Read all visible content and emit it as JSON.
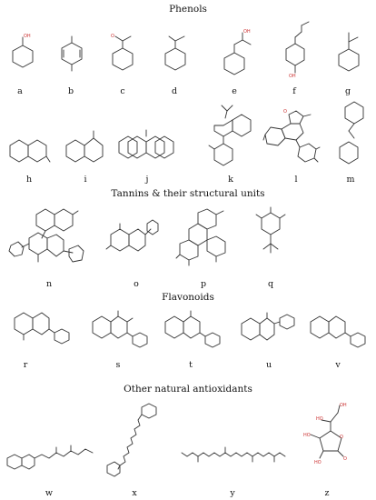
{
  "sections": {
    "phenols": "Phenols",
    "tannins": "Tannins & their structural units",
    "flavonoids": "Flavonoids",
    "others": "Other natural antioxidants"
  },
  "labels": {
    "a": "a",
    "b": "b",
    "c": "c",
    "d": "d",
    "e": "e",
    "f": "f",
    "g": "g",
    "h": "h",
    "i": "i",
    "j": "j",
    "k": "k",
    "l": "l",
    "m": "m",
    "n": "n",
    "o": "o",
    "p": "p",
    "q": "q",
    "r": "r",
    "s": "s",
    "t": "t",
    "u": "u",
    "v": "v",
    "w": "w",
    "x": "x",
    "y": "y",
    "z": "z"
  },
  "colors": {
    "text": "#111111",
    "bond": "#333333",
    "heteroatom": "#cc3333"
  }
}
